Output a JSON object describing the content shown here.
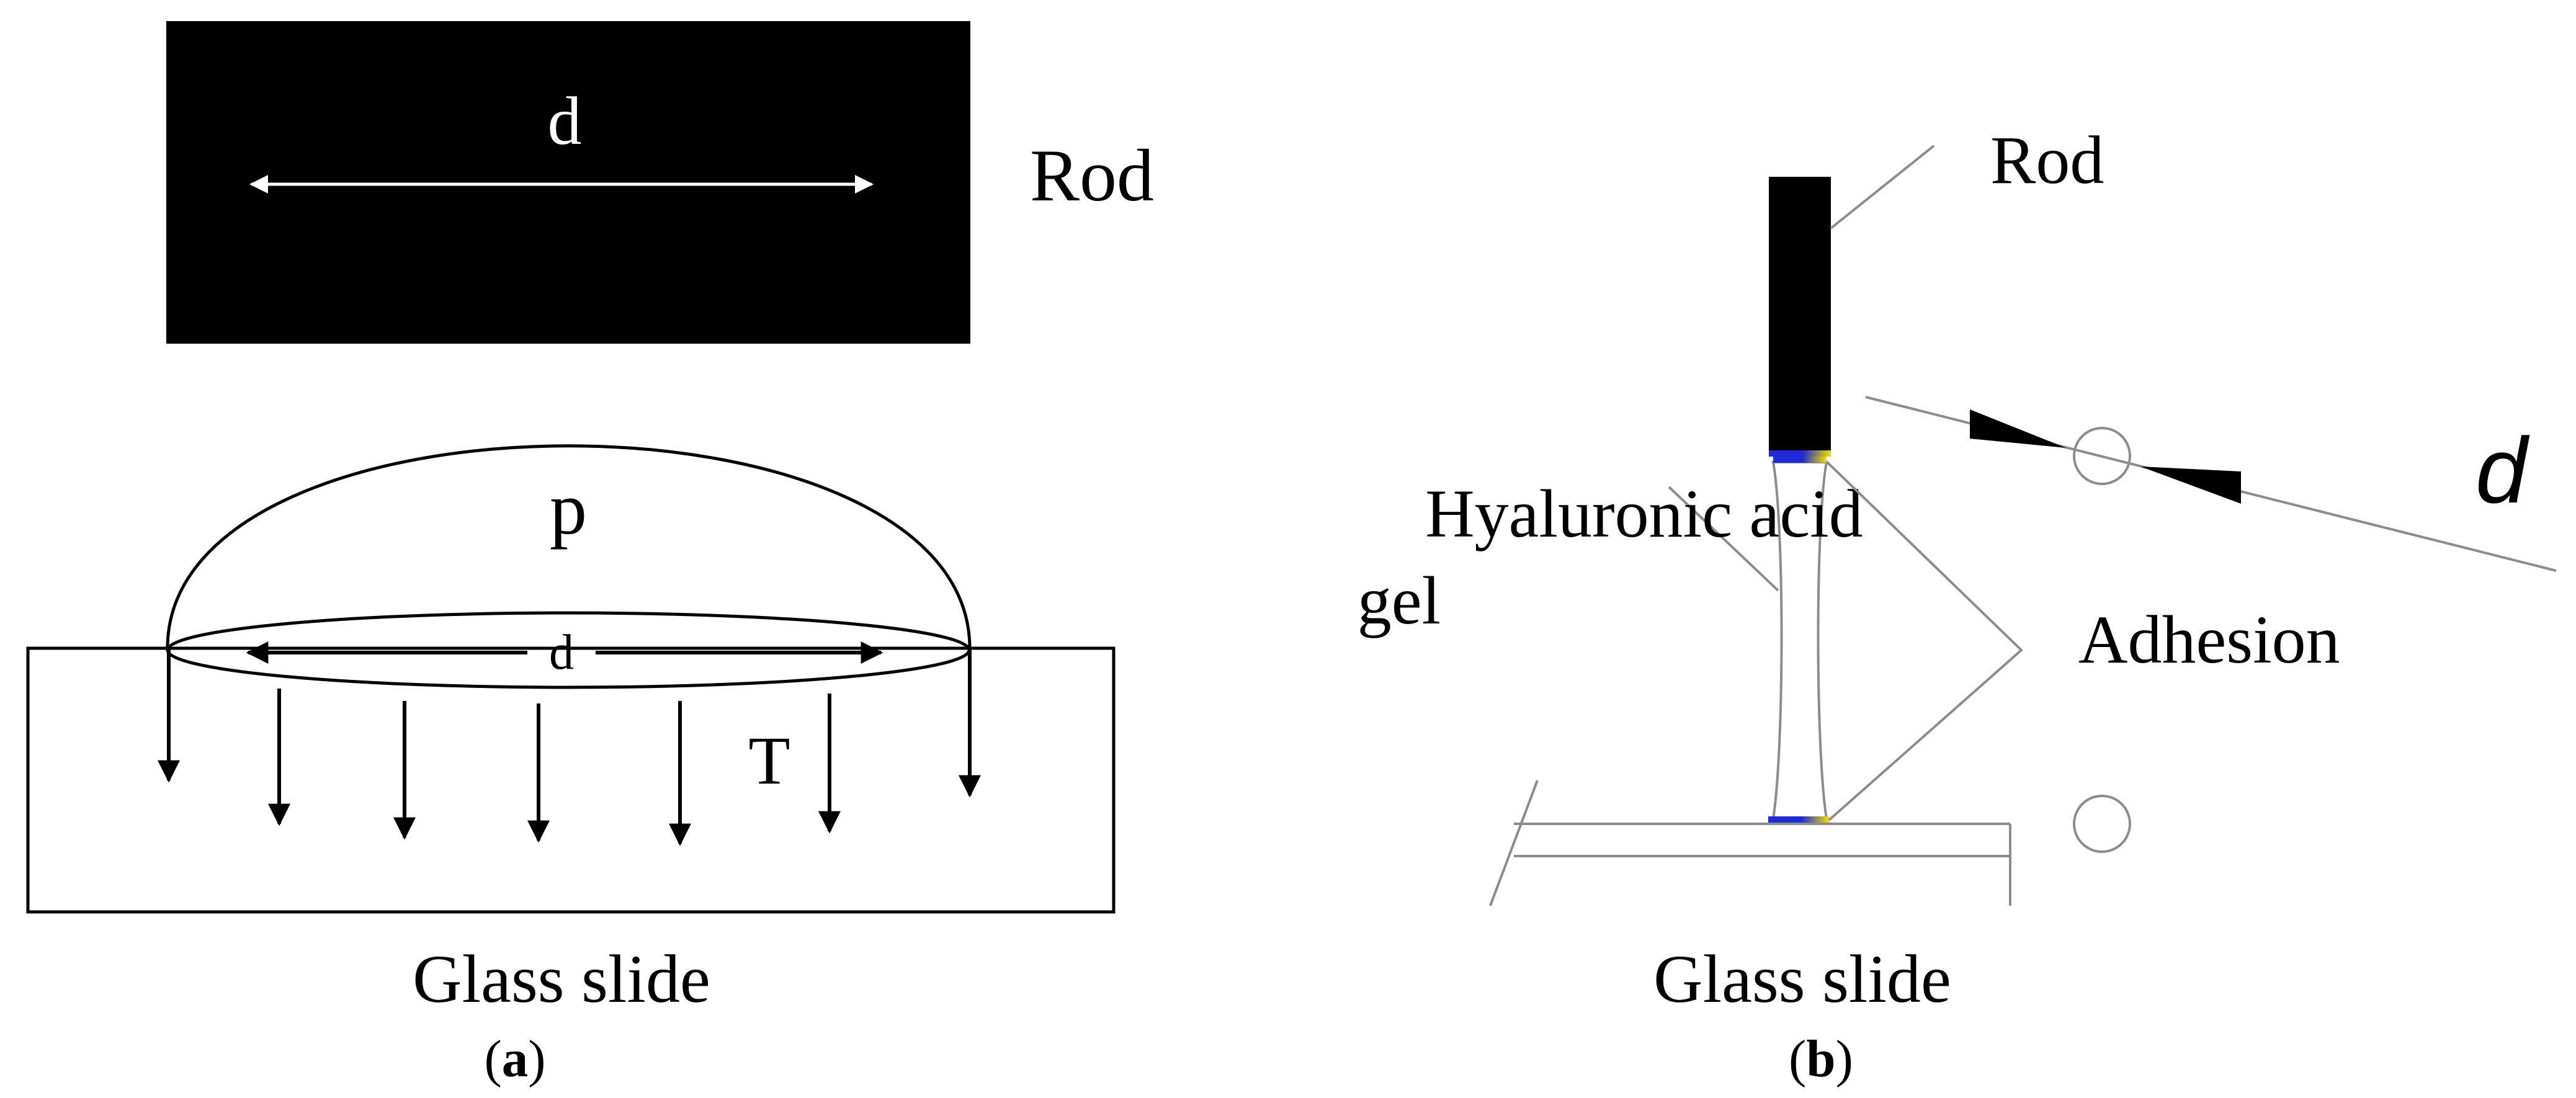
{
  "panel_a": {
    "rod_label": "Rod",
    "rod_diameter_label": "d",
    "drop_label": "p",
    "contact_diameter_label": "d",
    "tension_label": "T",
    "slide_label": "Glass slide",
    "caption_open": "(",
    "caption_letter": "a",
    "caption_close": ")"
  },
  "panel_b": {
    "rod_label": "Rod",
    "gel_label_line1": "Hyaluronic acid",
    "gel_label_line2": "gel",
    "adhesion_label": "Adhesion",
    "d_label": "d",
    "slide_label": "Glass slide",
    "caption_open": "(",
    "caption_letter": "b",
    "caption_close": ")"
  },
  "colors": {
    "ink": "#000000",
    "line_gray": "#8c8c8c",
    "contact_blue": "#1f2bd6",
    "contact_yellow": "#f2e000"
  }
}
